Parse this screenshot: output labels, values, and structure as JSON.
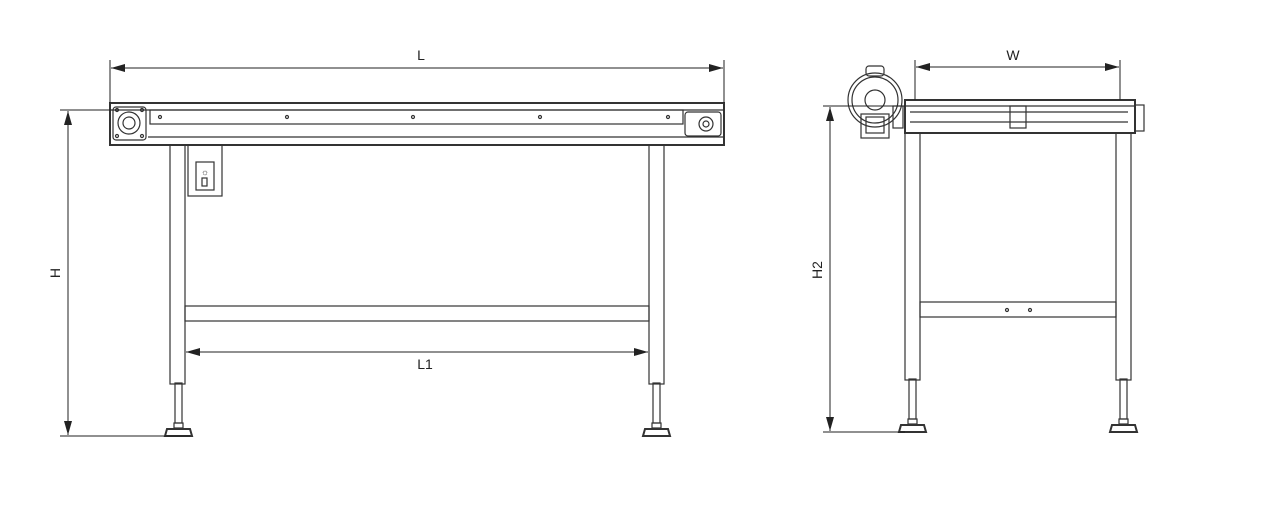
{
  "front_view": {
    "length_label": "L",
    "inner_length_label": "L1",
    "height_label": "H"
  },
  "side_view": {
    "width_label": "W",
    "height_label": "H2"
  },
  "colors": {
    "line": "#333333",
    "background": "#ffffff"
  }
}
